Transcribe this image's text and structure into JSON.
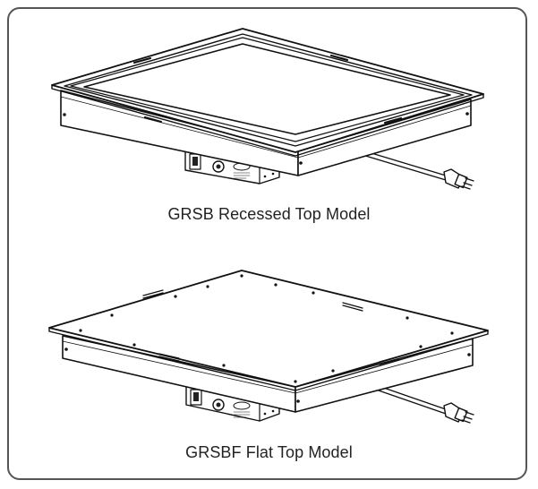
{
  "figures": [
    {
      "id": "recessed",
      "caption": "GRSB Recessed Top Model"
    },
    {
      "id": "flat",
      "caption": "GRSBF Flat Top Model"
    }
  ],
  "colors": {
    "line": "#111111",
    "frame": "#555555",
    "shade": "#d9d9d9",
    "face": "#ffffff"
  },
  "icons": [
    "power-cord-plug-icon",
    "toggle-switch-icon",
    "control-knob-icon",
    "brand-label-icon"
  ]
}
